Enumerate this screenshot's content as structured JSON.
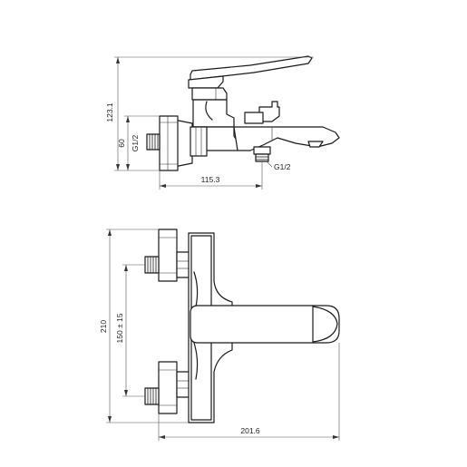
{
  "side_view": {
    "height_label": "123.1",
    "connection_height_label": "60",
    "inlet_thread_label": "G1/2",
    "outlet_thread_label": "G1/2",
    "depth_label": "115.3"
  },
  "front_view": {
    "total_height_label": "210",
    "center_distance_label": "150 ± 15",
    "width_label": "201.6"
  }
}
